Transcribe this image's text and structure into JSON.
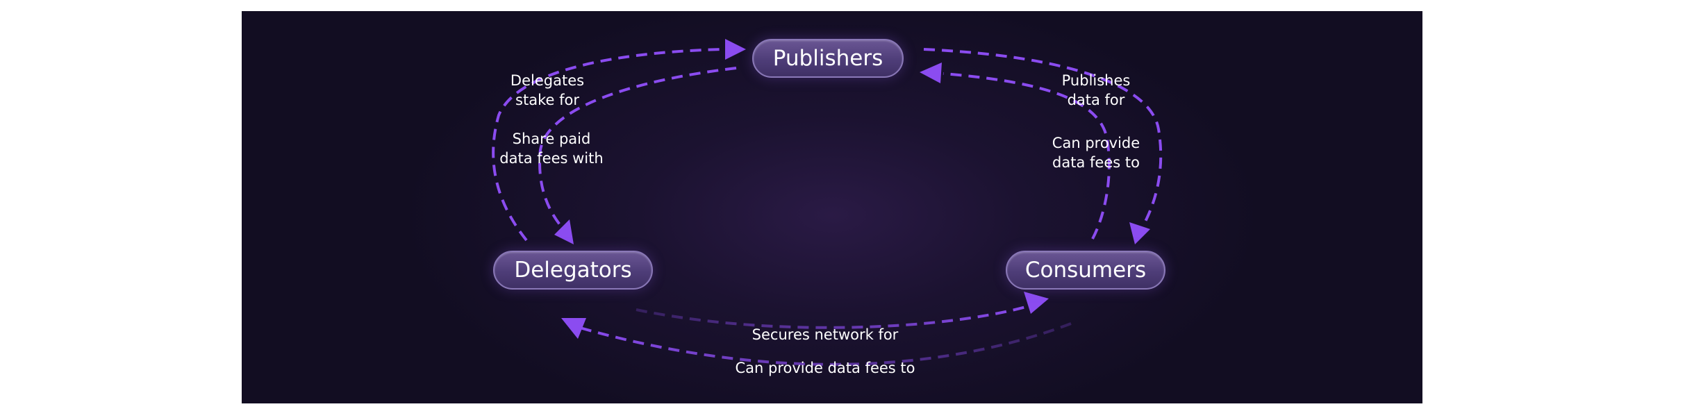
{
  "nodes": {
    "publishers": "Publishers",
    "delegators": "Delegators",
    "consumers": "Consumers"
  },
  "edges": {
    "delegates_stake_for": "Delegates\nstake for",
    "share_paid_data_fees_with": "Share paid\ndata fees with",
    "publishes_data_for": "Publishes\ndata for",
    "can_provide_data_fees_to_publishers": "Can provide\ndata fees to",
    "secures_network_for": "Secures network for",
    "can_provide_data_fees_to_delegators": "Can provide data fees to"
  },
  "colors": {
    "background": "#120d22",
    "arrow": "#8b4cf0",
    "node_fill": "#4e3d78",
    "text": "#ffffff"
  }
}
